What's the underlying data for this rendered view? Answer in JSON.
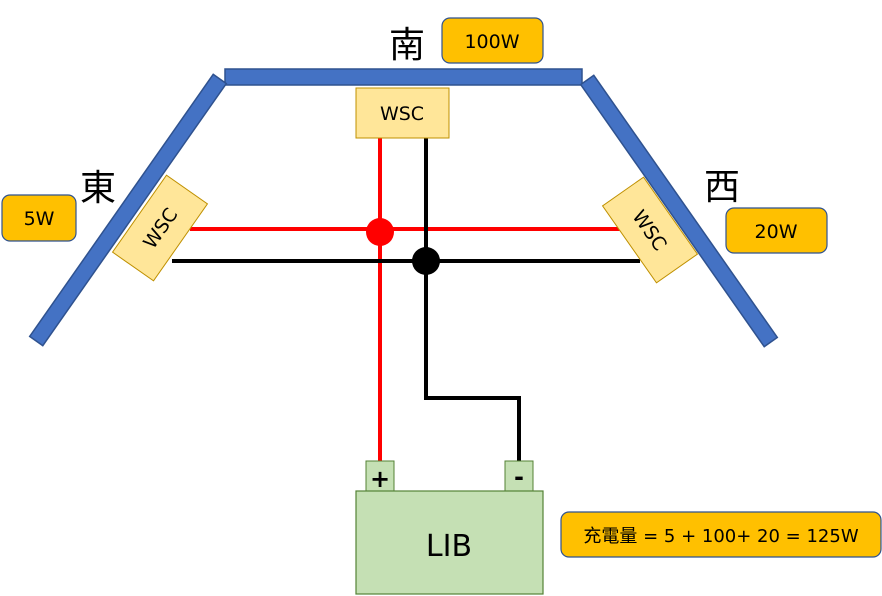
{
  "directions": {
    "south": "南",
    "east": "東",
    "west": "西"
  },
  "panels": {
    "south_power": "100W",
    "east_power": "5W",
    "west_power": "20W"
  },
  "controller_label": "WSC",
  "battery": {
    "label": "LIB",
    "plus": "+",
    "minus": "-"
  },
  "formula": "充電量 = 5 + 100+ 20 = 125W",
  "colors": {
    "panel": "#4472C4",
    "panel_border": "#2F528F",
    "controller": "#FFE699",
    "power_badge": "#FFC000",
    "battery": "#C5E0B4",
    "positive_wire": "#FF0000",
    "negative_wire": "#000000"
  }
}
